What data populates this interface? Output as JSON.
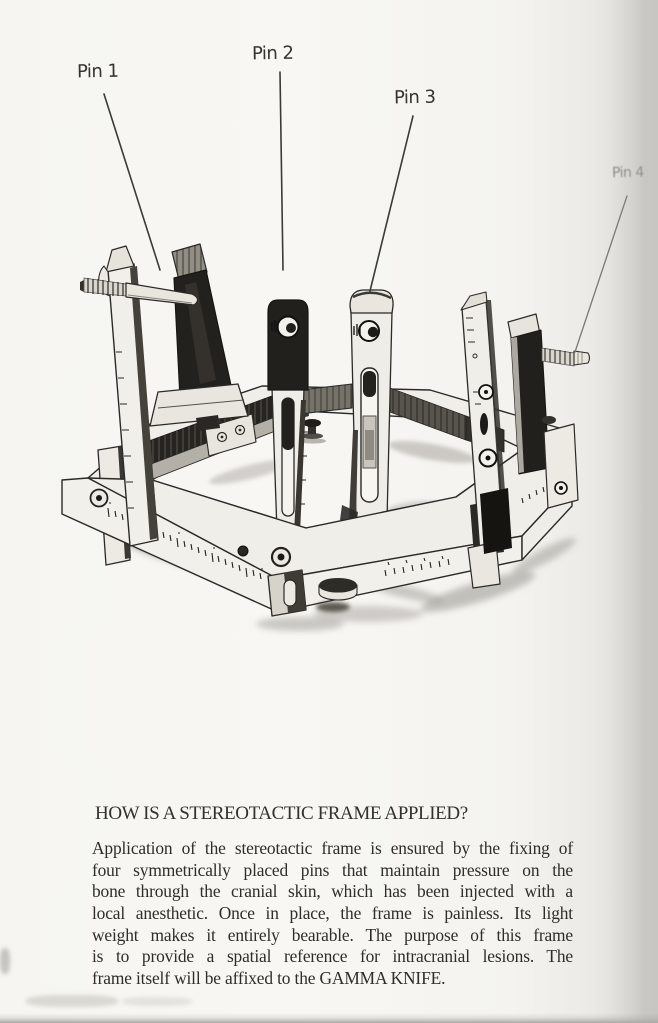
{
  "figure": {
    "labels": {
      "pin1": "Pin 1",
      "pin2": "Pin 2",
      "pin3": "Pin 3",
      "pin4": "Pin 4"
    }
  },
  "text": {
    "heading": "HOW IS A STEREOTACTIC FRAME APPLIED?",
    "paragraph_lines": [
      "Application of the stereotactic frame is ensured by the fixing of",
      "four symmetrically placed pins that maintain pressure on the",
      "bone through the cranial skin, which has been injected with a",
      "local anesthetic. Once in place, the frame is painless. Its light",
      "weight makes it entirely bearable. The purpose of this frame",
      "is to provide a spatial reference for intracranial lesions. The",
      "frame itself will be affixed to the GAMMA KNIFE."
    ]
  },
  "colors": {
    "page_background": "#f6f5f1",
    "ink": "#2f2d2a",
    "label_ink": "#35332f",
    "faded_label_ink": "#8e8c87",
    "sketch_stroke": "#2b2a27"
  }
}
